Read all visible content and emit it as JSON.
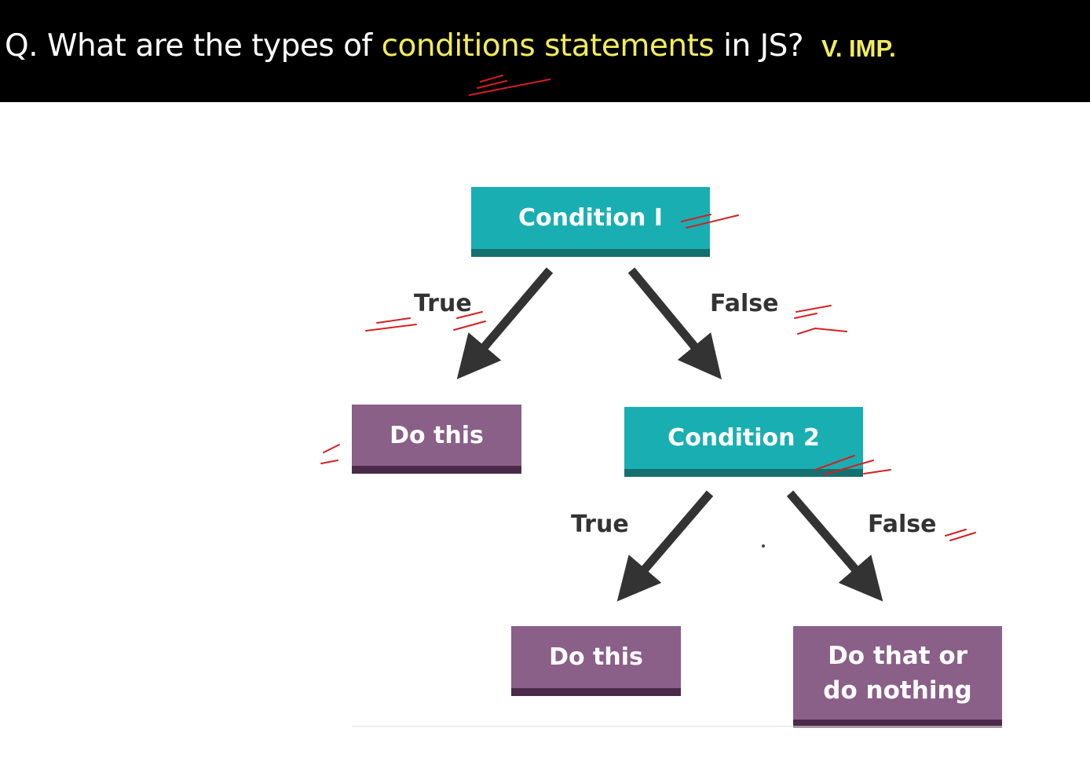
{
  "header": {
    "question_prefix": "Q. What are the types of",
    "question_highlight": "conditions statements",
    "question_suffix": "in JS?",
    "importance": "V. IMP."
  },
  "diagram": {
    "condition1": "Condition I",
    "condition2": "Condition 2",
    "true_label_1": "True",
    "false_label_1": "False",
    "true_label_2": "True",
    "false_label_2": "False",
    "do_this_1": "Do this",
    "do_this_2": "Do this",
    "do_that_line1": "Do that or",
    "do_that_line2": "do nothing"
  },
  "colors": {
    "header_bg": "#000000",
    "highlight_yellow": "#f2ec5a",
    "condition_teal": "#19aeb2",
    "action_purple": "#8a5f88",
    "arrow_gray": "#333333",
    "annotation_red": "#d42020"
  }
}
